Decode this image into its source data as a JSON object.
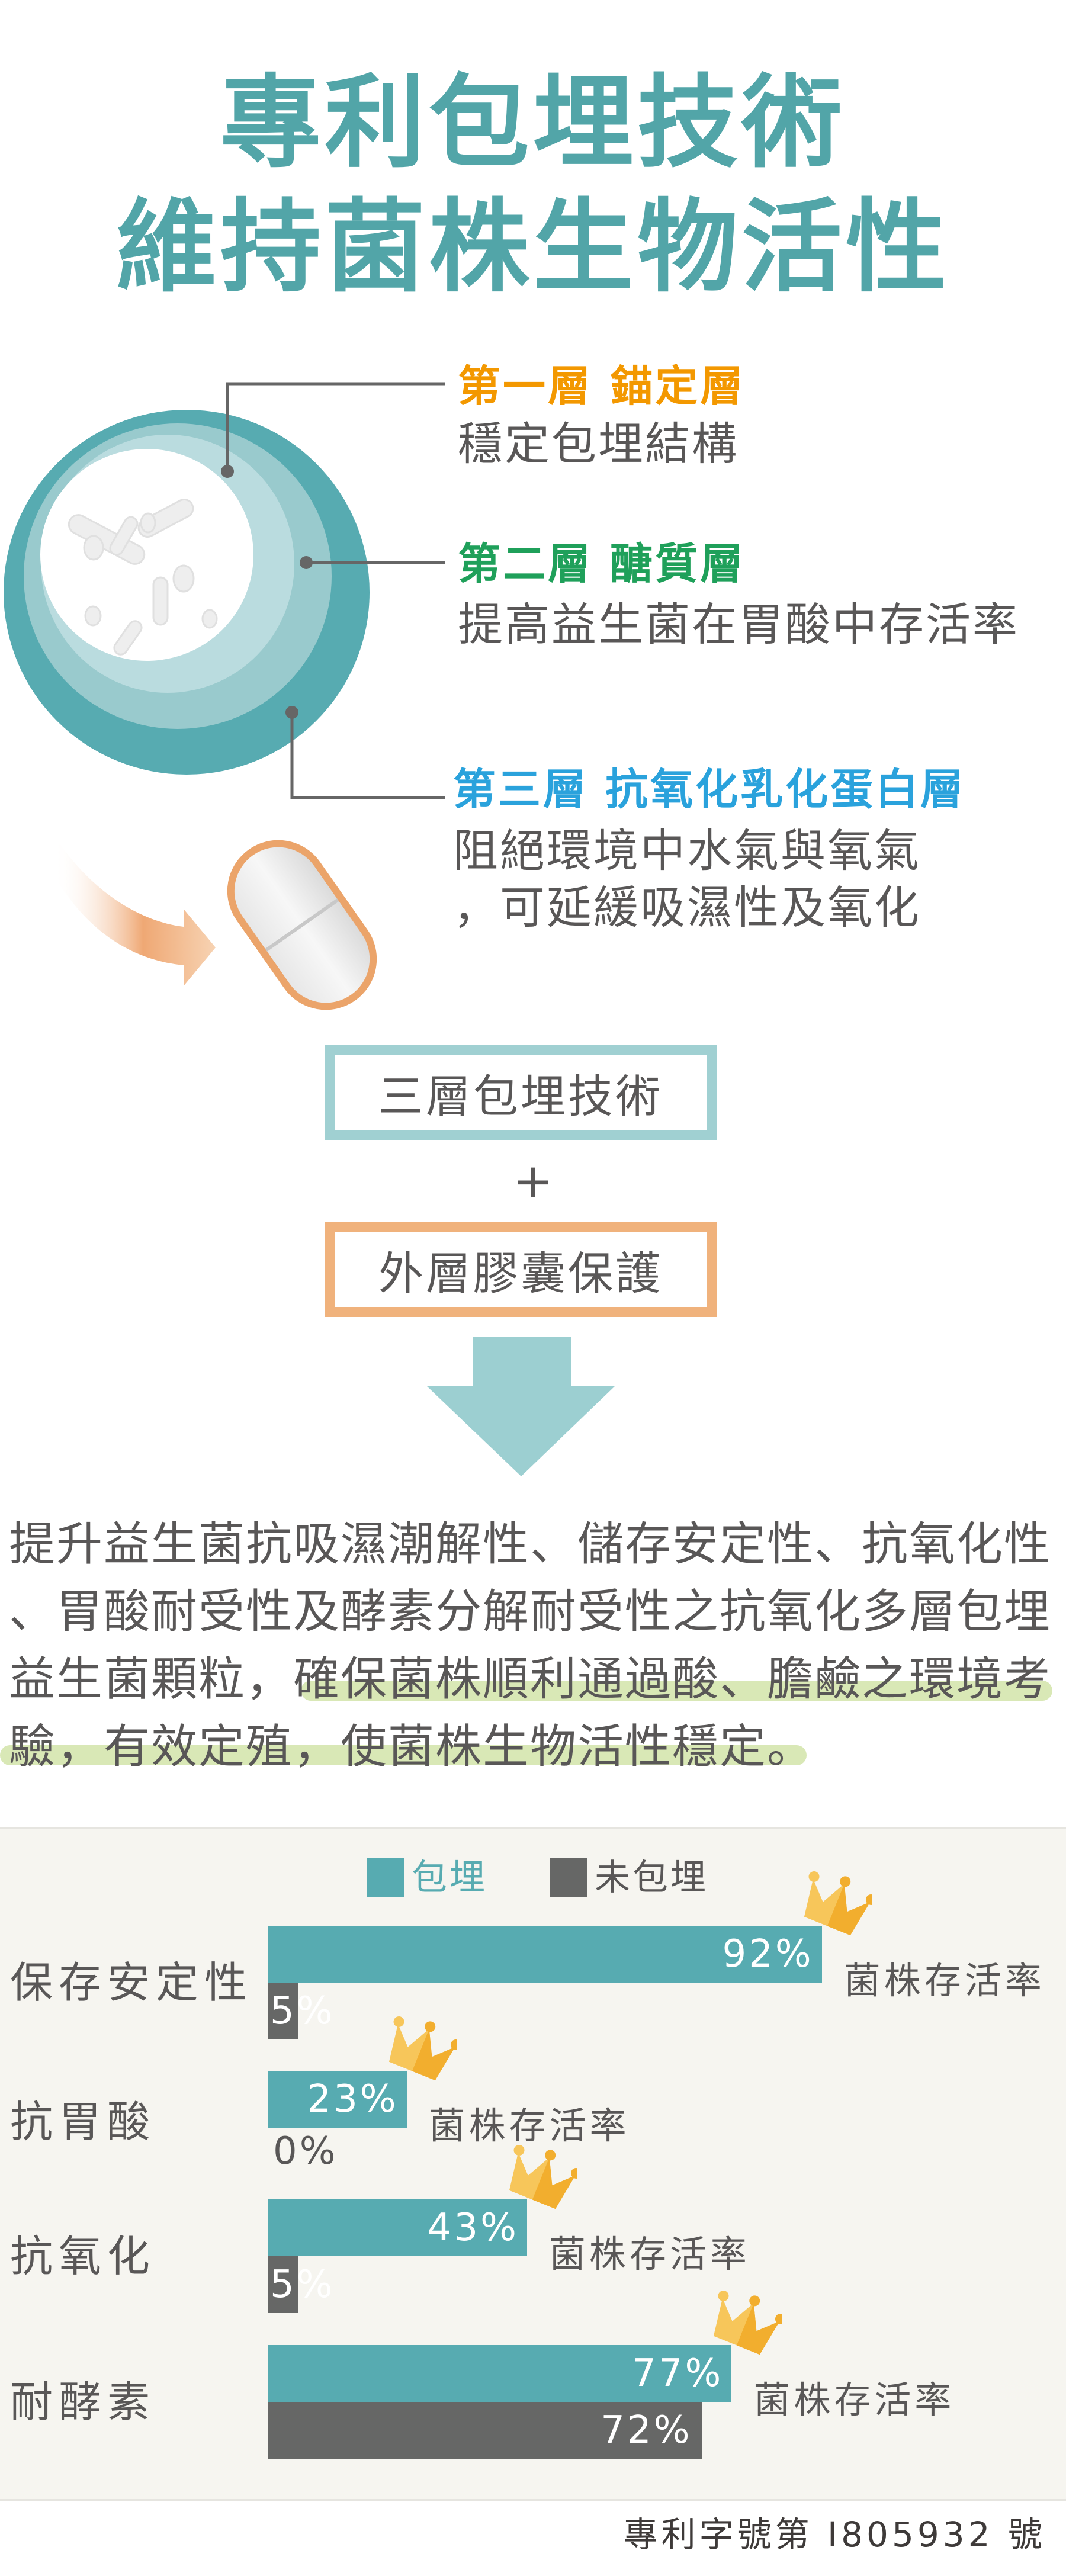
{
  "title": {
    "line1": "專利包埋技術",
    "line2": "維持菌株生物活性"
  },
  "layers": [
    {
      "heading": "第一層  錨定層",
      "desc": [
        "穩定包埋結構"
      ],
      "color": "#f39800"
    },
    {
      "heading": "第二層  醣質層",
      "desc": [
        "提高益生菌在胃酸中存活率"
      ],
      "color": "#1fa05a"
    },
    {
      "heading": "第三層  抗氧化乳化蛋白層",
      "desc": [
        "阻絕環境中水氣與氧氣",
        "，可延緩吸濕性及氧化"
      ],
      "color": "#2aa2dc"
    }
  ],
  "boxes": {
    "tech": "三層包埋技術",
    "plus": "+",
    "capsule": "外層膠囊保護"
  },
  "paragraph": [
    "提升益生菌抗吸濕潮解性、儲存安定性、抗氧化性",
    "、胃酸耐受性及酵素分解耐受性之抗氧化多層包埋",
    "益生菌顆粒，確保菌株順利通過酸、膽鹼之環境考",
    "驗，有效定殖，使菌株生物活性穩定。"
  ],
  "chart_data": {
    "type": "bar",
    "orientation": "horizontal",
    "categories": [
      "保存安定性",
      "抗胃酸",
      "抗氧化",
      "耐酵素"
    ],
    "series": [
      {
        "name": "包埋",
        "values": [
          92,
          23,
          43,
          77
        ],
        "color": "#57abb1"
      },
      {
        "name": "未包埋",
        "values": [
          5,
          0,
          5,
          72
        ],
        "color": "#666766"
      }
    ],
    "unit": "%",
    "annotation": "菌株存活率",
    "xlim": [
      0,
      100
    ],
    "legend": "top-center",
    "grid": false
  },
  "footer": "專利字號第 I805932 號"
}
